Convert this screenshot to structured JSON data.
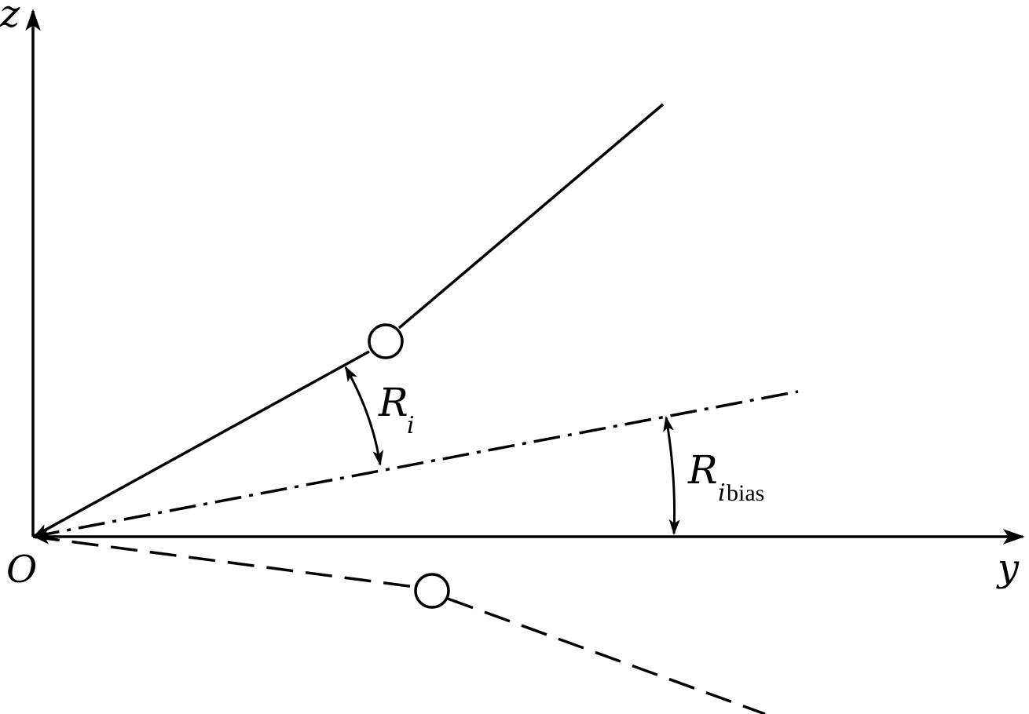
{
  "labels": {
    "origin": "O",
    "y_axis": "y",
    "z_axis": "z",
    "angle_ri_main": "R",
    "angle_ri_sub": "i",
    "angle_ribias_main": "R",
    "angle_ribias_sub_i": "i",
    "angle_ribias_sub_bias": "bias"
  },
  "colors": {
    "stroke": "#000000",
    "background": "#ffffff"
  }
}
